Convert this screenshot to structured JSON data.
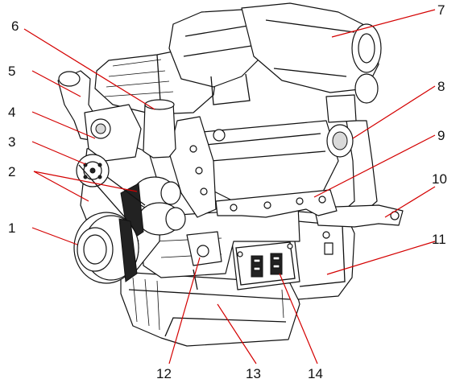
{
  "diagram": {
    "callouts": [
      {
        "id": "1",
        "label": "1"
      },
      {
        "id": "2",
        "label": "2"
      },
      {
        "id": "3",
        "label": "3"
      },
      {
        "id": "4",
        "label": "4"
      },
      {
        "id": "5",
        "label": "5"
      },
      {
        "id": "6",
        "label": "6"
      },
      {
        "id": "7",
        "label": "7"
      },
      {
        "id": "8",
        "label": "8"
      },
      {
        "id": "9",
        "label": "9"
      },
      {
        "id": "10",
        "label": "10"
      },
      {
        "id": "11",
        "label": "11"
      },
      {
        "id": "12",
        "label": "12"
      },
      {
        "id": "13",
        "label": "13"
      },
      {
        "id": "14",
        "label": "14"
      }
    ],
    "colors": {
      "outline": "#111111",
      "leader": "#d40000",
      "background": "#ffffff"
    }
  }
}
